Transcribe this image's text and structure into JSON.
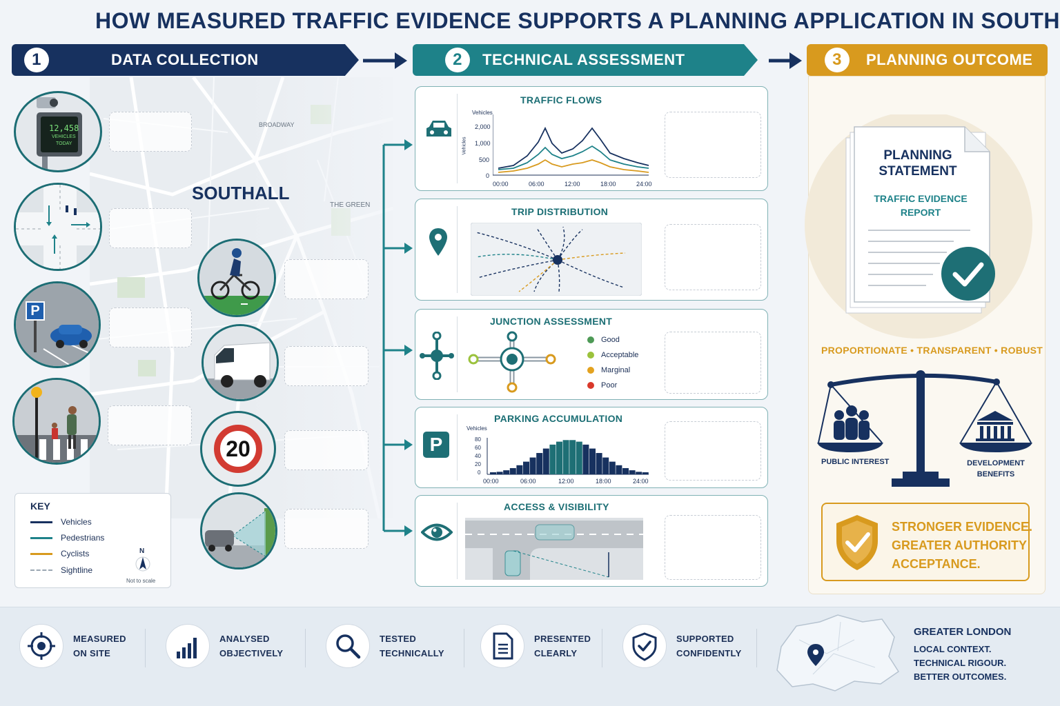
{
  "title": "HOW MEASURED TRAFFIC EVIDENCE SUPPORTS A PLANNING APPLICATION IN SOUTHALL",
  "stages": [
    {
      "num": "1",
      "label": "DATA COLLECTION"
    },
    {
      "num": "2",
      "label": "TECHNICAL ASSESSMENT"
    },
    {
      "num": "3",
      "label": "PLANNING OUTCOME"
    }
  ],
  "map": {
    "place": "SOUTHALL",
    "street1": "BROADWAY",
    "street2": "THE GREEN"
  },
  "counter": {
    "value": "12,458",
    "line1": "VEHICLES",
    "line2": "TODAY"
  },
  "speed_sign": "20",
  "parking_sign": "P",
  "key": {
    "title": "KEY",
    "items": [
      "Vehicles",
      "Pedestrians",
      "Cyclists",
      "Sightline"
    ],
    "colors": [
      "#17315f",
      "#1e8289",
      "#d89a1e",
      "#9aa6b2"
    ],
    "north": "N",
    "scale_note": "Not to scale"
  },
  "panels": {
    "traffic": {
      "title": "TRAFFIC FLOWS",
      "ylabel": "Vehicles",
      "yaxis": "Vehicles",
      "yticks": [
        "2,000",
        "1,000",
        "500",
        "0"
      ],
      "xticks": [
        "00:00",
        "06:00",
        "12:00",
        "18:00",
        "24:00"
      ]
    },
    "trip": {
      "title": "TRIP DISTRIBUTION"
    },
    "junction": {
      "title": "JUNCTION ASSESSMENT",
      "legend": [
        {
          "label": "Good",
          "color": "#4e9a56"
        },
        {
          "label": "Acceptable",
          "color": "#9bc23c"
        },
        {
          "label": "Marginal",
          "color": "#e3a21f"
        },
        {
          "label": "Poor",
          "color": "#d9392b"
        }
      ]
    },
    "parking": {
      "title": "PARKING ACCUMULATION",
      "ylabel": "Vehicles",
      "yticks": [
        "80",
        "60",
        "40",
        "20",
        "0"
      ],
      "xticks": [
        "00:00",
        "06:00",
        "12:00",
        "18:00",
        "24:00"
      ],
      "icon_letter": "P"
    },
    "access": {
      "title": "ACCESS & VISIBILITY"
    }
  },
  "outcome": {
    "doc_title1": "PLANNING",
    "doc_title2": "STATEMENT",
    "doc_sub1": "TRAFFIC EVIDENCE",
    "doc_sub2": "REPORT",
    "qualities": "PROPORTIONATE • TRANSPARENT • ROBUST",
    "left_label": "PUBLIC INTEREST",
    "right_label1": "DEVELOPMENT",
    "right_label2": "BENEFITS",
    "callout1": "STRONGER EVIDENCE.",
    "callout2": "GREATER AUTHORITY",
    "callout3": "ACCEPTANCE."
  },
  "footer": {
    "items": [
      {
        "text": "MEASURED\nON SITE",
        "icon": "target-icon"
      },
      {
        "text": "ANALYSED\nOBJECTIVELY",
        "icon": "bar-chart-icon"
      },
      {
        "text": "TESTED\nTECHNICALLY",
        "icon": "magnifier-icon"
      },
      {
        "text": "PRESENTED\nCLEARLY",
        "icon": "document-icon"
      },
      {
        "text": "SUPPORTED\nCONFIDENTLY",
        "icon": "shield-check-icon"
      }
    ],
    "region": "GREATER LONDON",
    "tag1": "LOCAL CONTEXT.",
    "tag2": "TECHNICAL RIGOUR.",
    "tag3": "BETTER OUTCOMES."
  }
}
